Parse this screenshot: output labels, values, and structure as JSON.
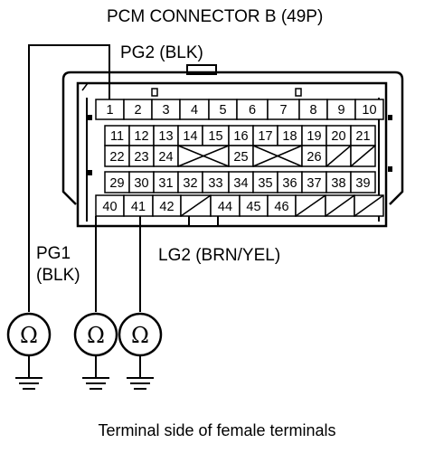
{
  "diagram": {
    "title": "PCM CONNECTOR B (49P)",
    "caption": "Terminal side of female terminals",
    "wires": {
      "pg2": "PG2 (BLK)",
      "pg1_line1": "PG1",
      "pg1_line2": "(BLK)",
      "lg2": "LG2 (BRN/YEL)"
    },
    "meter_symbol": "Ω",
    "connector": {
      "rows": [
        [
          "1",
          "2",
          "3",
          "4",
          "5",
          "6",
          "7",
          "8",
          "9",
          "10"
        ],
        [
          "11",
          "12",
          "13",
          "14",
          "15",
          "16",
          "17",
          "18",
          "19",
          "20",
          "21"
        ],
        [
          "22",
          "23",
          "24",
          "25",
          "26"
        ],
        [
          "29",
          "30",
          "31",
          "32",
          "33",
          "34",
          "35",
          "36",
          "37",
          "38",
          "39"
        ],
        [
          "40",
          "41",
          "42",
          "44",
          "45",
          "46"
        ]
      ],
      "blank_cells": 11
    },
    "meters": [
      "pg1-meter",
      "pin40-meter",
      "lg2-meter"
    ]
  }
}
